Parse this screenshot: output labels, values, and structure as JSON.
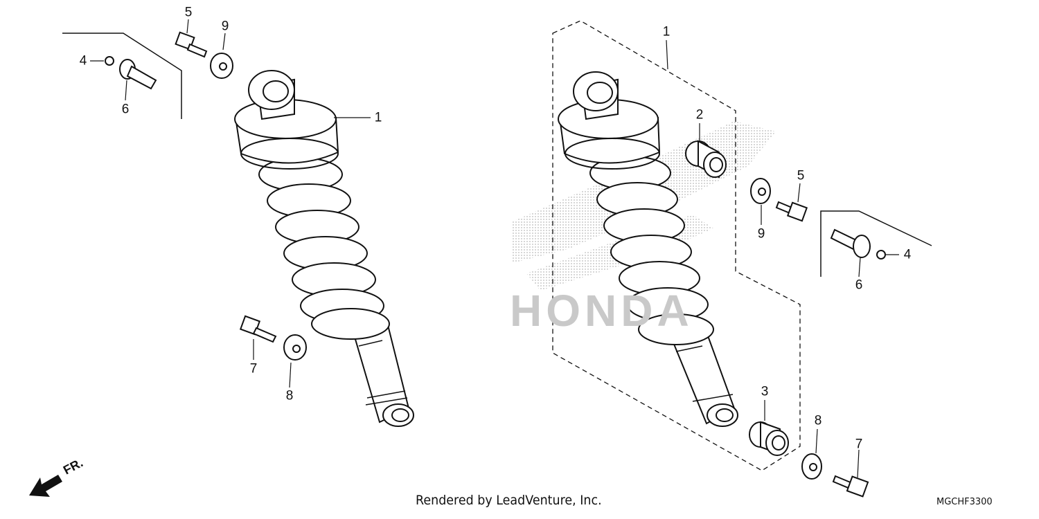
{
  "watermark": {
    "text": "HONDA"
  },
  "front_indicator": {
    "label": "FR."
  },
  "left_assembly": {
    "callouts": [
      {
        "number": "5"
      },
      {
        "number": "9"
      },
      {
        "number": "4"
      },
      {
        "number": "6"
      },
      {
        "number": "1"
      },
      {
        "number": "7"
      },
      {
        "number": "8"
      }
    ]
  },
  "right_assembly": {
    "callouts": [
      {
        "number": "1"
      },
      {
        "number": "2"
      },
      {
        "number": "5"
      },
      {
        "number": "9"
      },
      {
        "number": "4"
      },
      {
        "number": "6"
      },
      {
        "number": "3"
      },
      {
        "number": "8"
      },
      {
        "number": "7"
      }
    ]
  },
  "footer": {
    "credit": "Rendered by LeadVenture, Inc.",
    "diagram_code": "MGCHF3300"
  }
}
